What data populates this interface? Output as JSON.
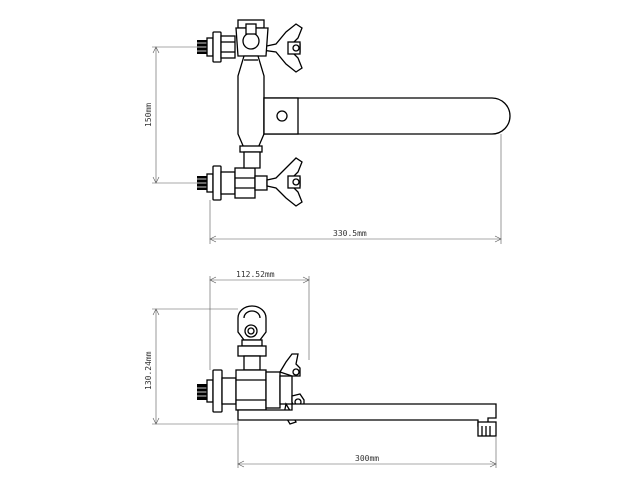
{
  "top_view": {
    "dimensions": {
      "height": "150mm",
      "width": "330.5mm"
    }
  },
  "side_view": {
    "dimensions": {
      "width_top": "112.52mm",
      "height": "130.24mm",
      "spout_length": "300mm"
    }
  },
  "colors": {
    "line": "#000000",
    "dimension": "#555555",
    "background": "#ffffff"
  }
}
